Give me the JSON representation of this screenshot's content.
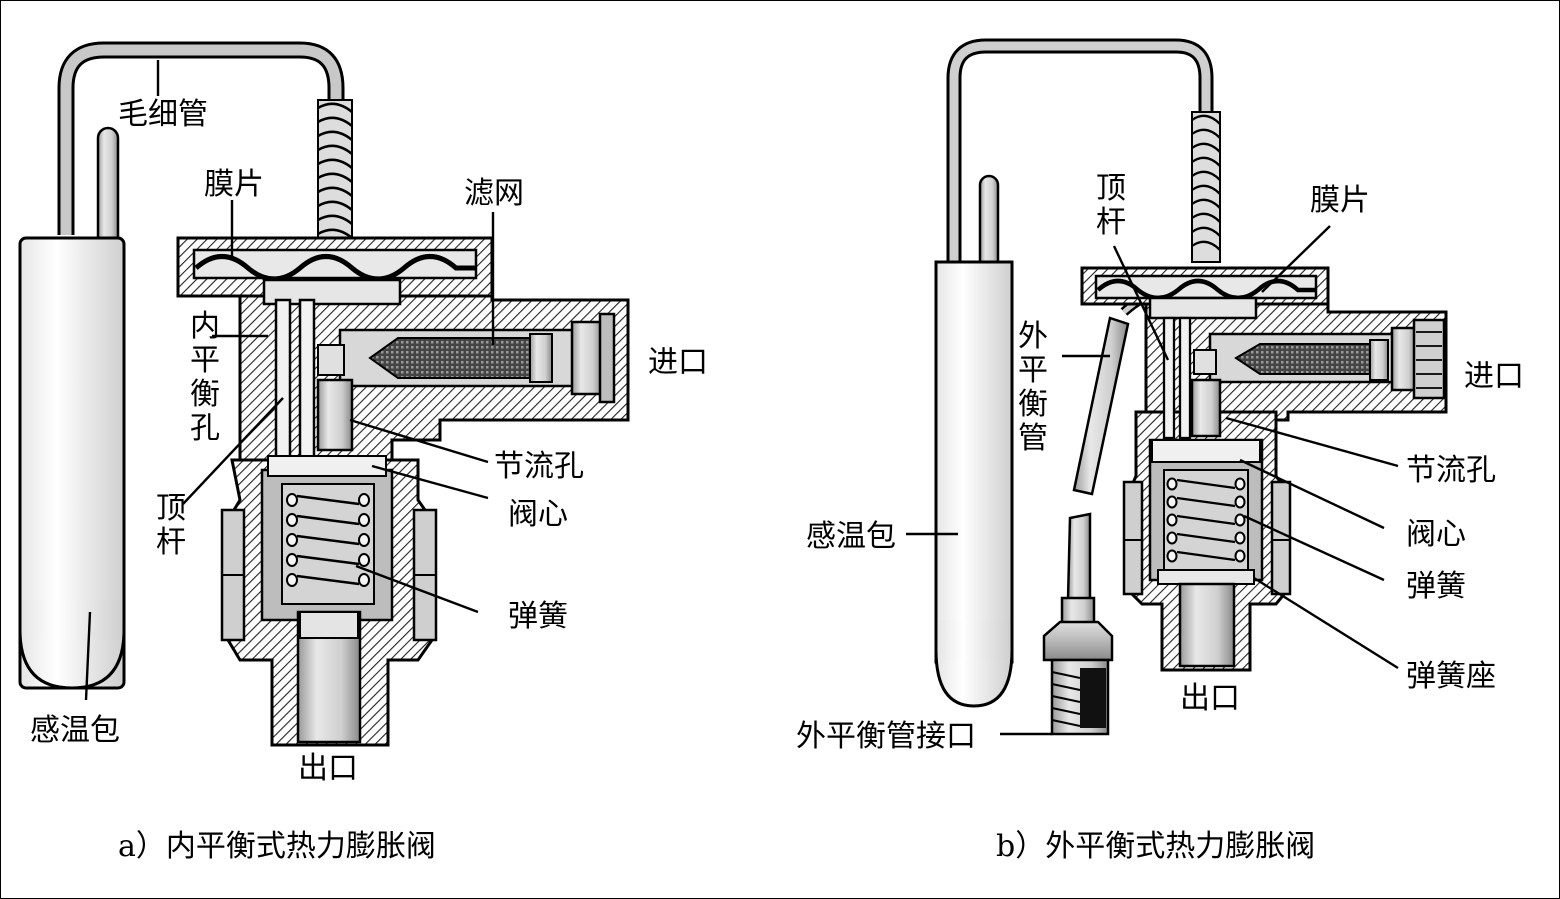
{
  "diagram_a": {
    "caption": "a）内平衡式热力膨胀阀",
    "labels": {
      "capillary": "毛细管",
      "diaphragm": "膜片",
      "filter": "滤网",
      "inlet": "进口",
      "internal_balance_hole": [
        "内",
        "平",
        "衡",
        "孔"
      ],
      "push_rod": [
        "顶",
        "杆"
      ],
      "throttle_hole": "节流孔",
      "valve_core": "阀心",
      "spring": "弹簧",
      "sensing_bulb": "感温包",
      "outlet": "出口"
    }
  },
  "diagram_b": {
    "caption": "b）外平衡式热力膨胀阀",
    "labels": {
      "push_rod": [
        "顶",
        "杆"
      ],
      "diaphragm": "膜片",
      "external_balance_tube": [
        "外",
        "平",
        "衡",
        "管"
      ],
      "inlet": "进口",
      "throttle_hole": "节流孔",
      "valve_core": "阀心",
      "spring": "弹簧",
      "spring_seat": "弹簧座",
      "sensing_bulb": "感温包",
      "outlet": "出口",
      "external_balance_port": "外平衡管接口"
    }
  }
}
